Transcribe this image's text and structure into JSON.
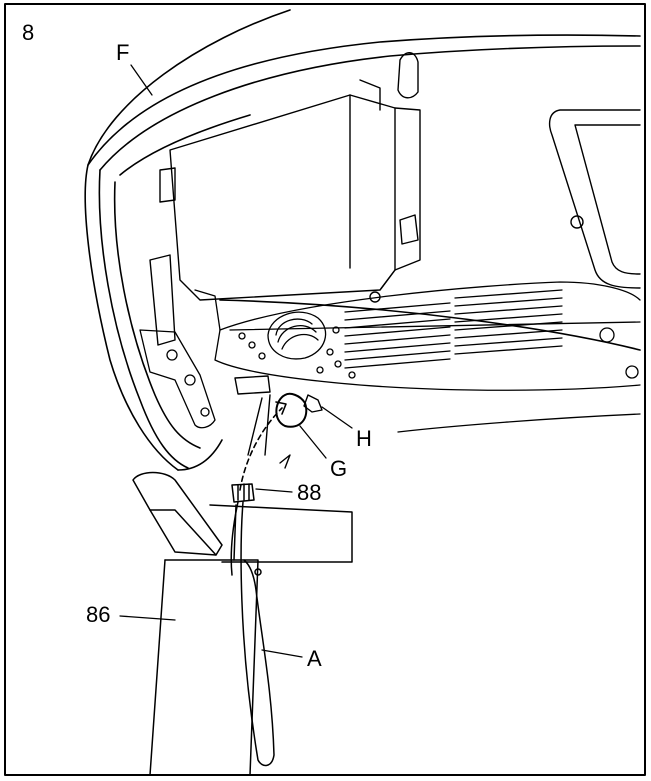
{
  "diagram": {
    "step_number": "8",
    "labels": {
      "F": "F",
      "H": "H",
      "G": "G",
      "part_88": "88",
      "part_86": "86",
      "A": "A"
    }
  }
}
